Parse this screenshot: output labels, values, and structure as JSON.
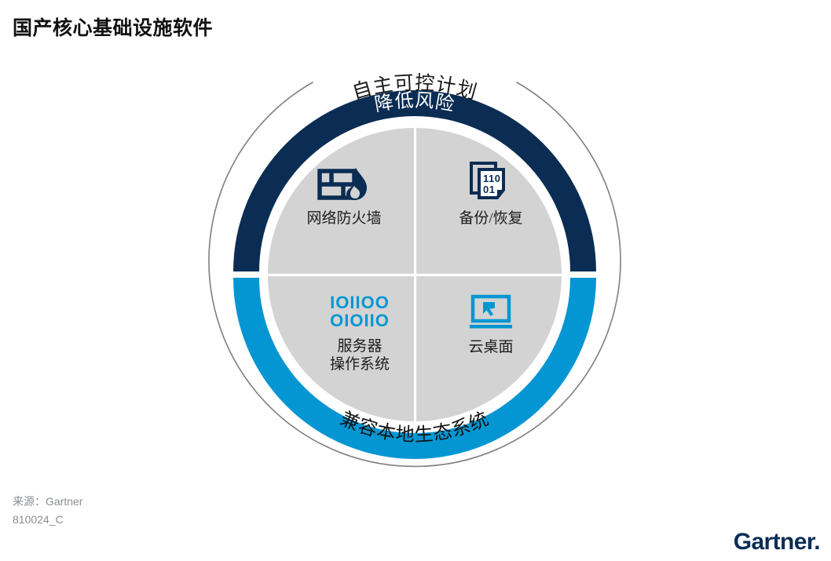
{
  "title": "国产核心基础设施软件",
  "diagram": {
    "outer_arc_label": "自主可控计划",
    "top_ring_label": "降低风险",
    "bottom_ring_label": "兼容本地生态系统",
    "quadrants": [
      {
        "id": "network-firewall",
        "label": "网络防火墙",
        "icon": "firewall-icon",
        "icon_color": "#0b2d54",
        "position": "top-left"
      },
      {
        "id": "backup-restore",
        "label": "备份/恢复",
        "icon": "backup-documents-icon",
        "icon_text": [
          "110",
          "01"
        ],
        "icon_color": "#0b2d54",
        "position": "top-right"
      },
      {
        "id": "server-os",
        "label": "服务器\n操作系统",
        "icon": "binary-code-icon",
        "icon_text": [
          "IOIIOO",
          "OIOIIO"
        ],
        "icon_color": "#0496D3",
        "position": "bottom-left"
      },
      {
        "id": "cloud-desktop",
        "label": "云桌面",
        "icon": "laptop-cursor-icon",
        "icon_color": "#0496D3",
        "position": "bottom-right"
      }
    ],
    "colors": {
      "ring_top": "#0b2d54",
      "ring_bottom": "#0496D3",
      "inner_fill": "#d3d3d3",
      "outer_arc": "#808080",
      "divider": "#ffffff"
    }
  },
  "footer": {
    "source": "来源：Gartner",
    "doc_id": "810024_C",
    "logo": "Gartner",
    "logo_dot": "."
  }
}
